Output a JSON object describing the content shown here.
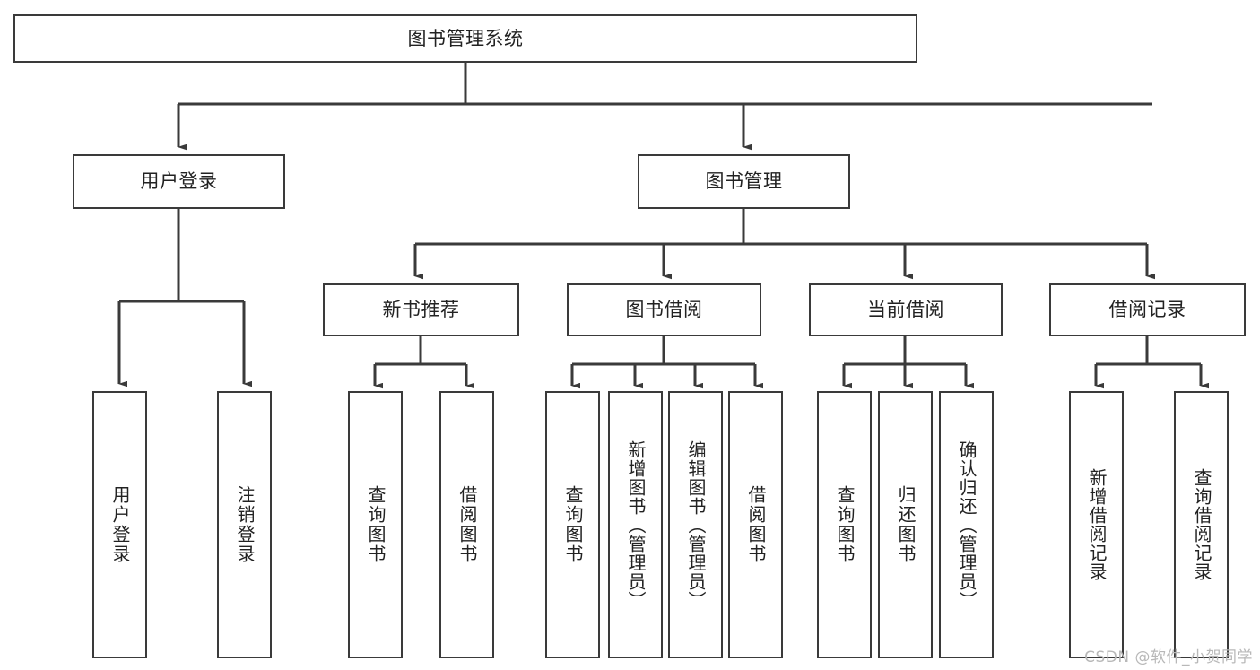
{
  "diagram": {
    "title": "图书管理系统",
    "type": "tree-hierarchy",
    "watermark": "CSDN @软件_小贺同学",
    "colors": {
      "box_border": "#3a3a3a",
      "box_fill": "#ffffff",
      "edge": "#3a3a3a",
      "text": "#222222",
      "watermark": "#b8b8b8",
      "background": "#ffffff"
    },
    "root": {
      "id": "root",
      "label": "图书管理系统"
    },
    "level2": [
      {
        "id": "user-login",
        "label": "用户登录"
      },
      {
        "id": "book-manage",
        "label": "图书管理"
      }
    ],
    "level3": [
      {
        "id": "new-book-recommend",
        "label": "新书推荐"
      },
      {
        "id": "book-borrow",
        "label": "图书借阅"
      },
      {
        "id": "current-borrow",
        "label": "当前借阅"
      },
      {
        "id": "borrow-record",
        "label": "借阅记录"
      }
    ],
    "leaves": {
      "user-login": [
        {
          "id": "leaf-user-login",
          "label": "用户登录"
        },
        {
          "id": "leaf-user-logout",
          "label": "注销登录"
        }
      ],
      "new-book-recommend": [
        {
          "id": "leaf-query-book-1",
          "label": "查询图书"
        },
        {
          "id": "leaf-borrow-book-1",
          "label": "借阅图书"
        }
      ],
      "book-borrow": [
        {
          "id": "leaf-query-book-2",
          "label": "查询图书"
        },
        {
          "id": "leaf-add-book",
          "label": "新增图书（管理员）"
        },
        {
          "id": "leaf-edit-book",
          "label": "编辑图书（管理员）"
        },
        {
          "id": "leaf-borrow-book-2",
          "label": "借阅图书"
        }
      ],
      "current-borrow": [
        {
          "id": "leaf-query-book-3",
          "label": "查询图书"
        },
        {
          "id": "leaf-return-book",
          "label": "归还图书"
        },
        {
          "id": "leaf-confirm-return",
          "label": "确认归还（管理员）"
        }
      ],
      "borrow-record": [
        {
          "id": "leaf-add-record",
          "label": "新增借阅记录"
        },
        {
          "id": "leaf-query-record",
          "label": "查询借阅记录"
        }
      ]
    }
  }
}
